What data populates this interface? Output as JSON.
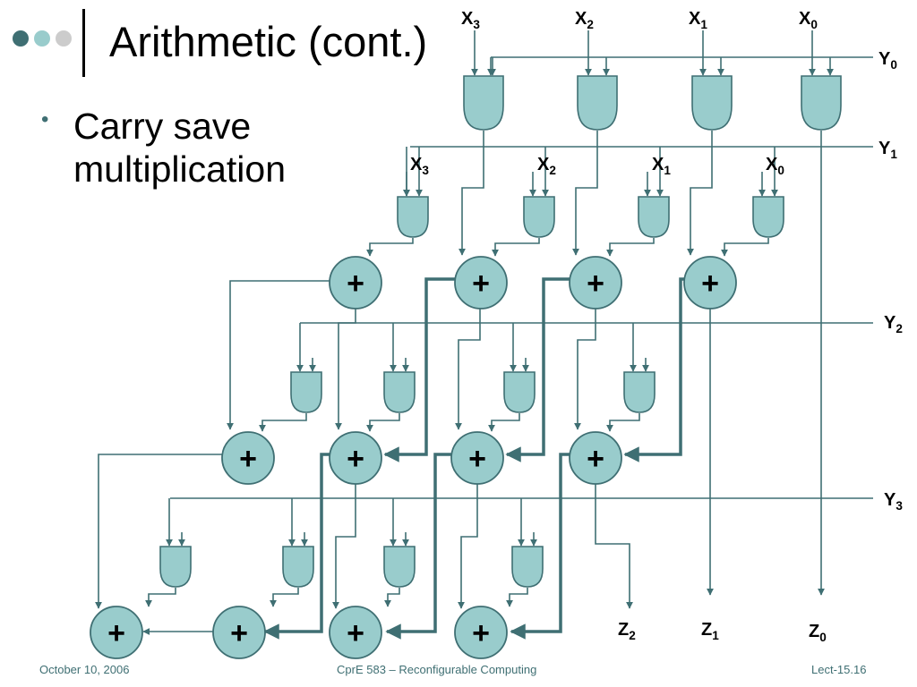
{
  "slide": {
    "title": "Arithmetic (cont.)",
    "bullet": "Carry save multiplication"
  },
  "theme": {
    "gate_fill": "#99cccc",
    "adder_fill": "#99cccc",
    "wire_color": "#3f6f73",
    "dot_colors": [
      "#3f6f73",
      "#99cccc",
      "#cccccc"
    ]
  },
  "diagram": {
    "x_labels": [
      {
        "base": "X",
        "sub": "3"
      },
      {
        "base": "X",
        "sub": "2"
      },
      {
        "base": "X",
        "sub": "1"
      },
      {
        "base": "X",
        "sub": "0"
      }
    ],
    "y_labels": [
      {
        "base": "Y",
        "sub": "0"
      },
      {
        "base": "Y",
        "sub": "1"
      },
      {
        "base": "Y",
        "sub": "2"
      },
      {
        "base": "Y",
        "sub": "3"
      }
    ],
    "z_labels": [
      {
        "base": "Z",
        "sub": "2"
      },
      {
        "base": "Z",
        "sub": "1"
      },
      {
        "base": "Z",
        "sub": "0"
      }
    ],
    "adder_symbol": "+"
  },
  "footer": {
    "date": "October 10, 2006",
    "course": "CprE 583 – Reconfigurable Computing",
    "page": "Lect-15.16"
  }
}
